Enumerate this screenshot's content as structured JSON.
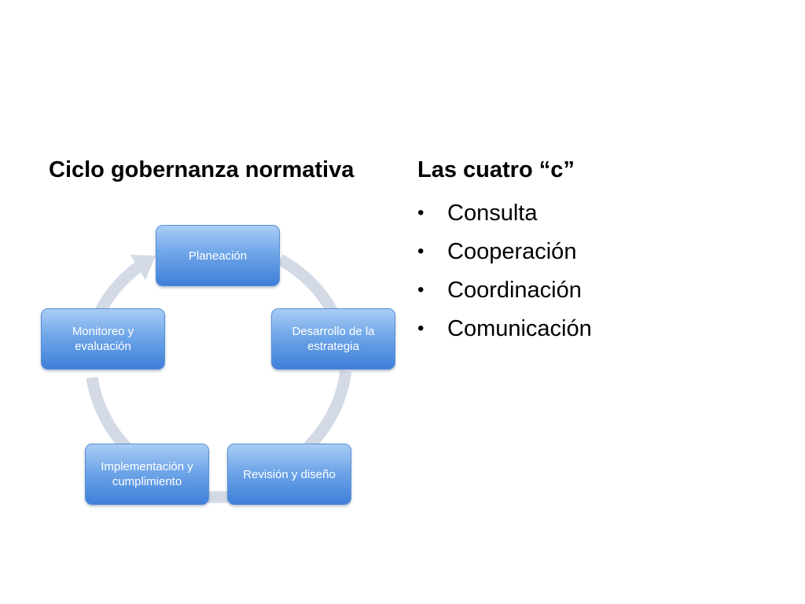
{
  "left": {
    "heading": "Ciclo gobernanza normativa",
    "cycle": [
      "Planeación",
      "Desarrollo de la estrategia",
      "Revisión y diseño",
      "Implementación y cumplimiento",
      "Monitoreo y evaluación"
    ]
  },
  "right": {
    "heading": "Las cuatro “c”",
    "bullets": [
      "Consulta",
      "Cooperación",
      "Coordinación",
      "Comunicación"
    ]
  },
  "colors": {
    "ring": "#d3dae6",
    "node_top": "#a9cdf4",
    "node_bottom": "#3f7fd8"
  }
}
